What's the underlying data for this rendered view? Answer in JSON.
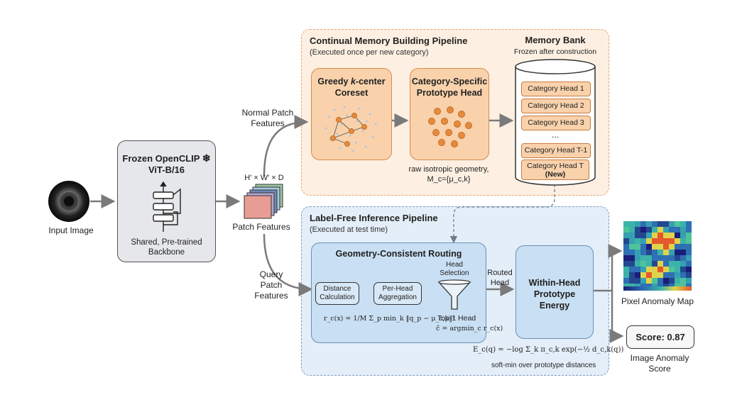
{
  "input": {
    "label": "Input Image"
  },
  "backbone": {
    "title_line1": "Frozen OpenCLIP",
    "title_line2": "ViT-B/16",
    "caption_line1": "Shared, Pre-trained",
    "caption_line2": "Backbone"
  },
  "patch": {
    "dims": "H′ × W′ × D",
    "label": "Patch Features"
  },
  "normal_features": {
    "line1": "Normal Patch",
    "line2": "Features"
  },
  "query_features": {
    "line1": "Query",
    "line2": "Patch",
    "line3": "Features"
  },
  "memory_pipeline": {
    "title": "Continual Memory Building Pipeline",
    "subtitle": "(Executed once per new category)",
    "coreset": {
      "title_pre": "Greedy ",
      "title_k": "k",
      "title_post": "-center",
      "title_line2": "Coreset"
    },
    "prototype": {
      "title_line1": "Category-Specific",
      "title_line2": "Prototype Head",
      "caption_line1": "raw isotropic geometry,",
      "caption_line2": "M_c={μ_c,k}"
    }
  },
  "memory_bank": {
    "title": "Memory Bank",
    "subtitle": "Frozen after construction",
    "heads": [
      "Category Head 1",
      "Category Head 2",
      "Category Head 3"
    ],
    "ellipsis": "...",
    "head_tm1": "Category Head T-1",
    "head_t": "Category Head T",
    "head_t_new": "(New)"
  },
  "inference_pipeline": {
    "title": "Label-Free Inference Pipeline",
    "subtitle": "(Executed at test time)",
    "routing": {
      "title": "Geometry-Consistent Routing",
      "distance_line1": "Distance",
      "distance_line2": "Calculation",
      "aggregation_line1": "Per-Head",
      "aggregation_line2": "Aggregation",
      "head_selection_line1": "Head",
      "head_selection_line2": "Selection",
      "top1": "Top-1 Head",
      "formula_r": "r_c(x) = 1/M Σ_p min_k ‖q_p − μ_c,k‖²",
      "formula_c": "ĉ = argmin_c r_c(x)"
    },
    "routed_head": {
      "line1": "Routed",
      "line2": "Head"
    },
    "energy": {
      "line1": "Within-Head",
      "line2": "Prototype",
      "line3": "Energy"
    },
    "energy_formula": "E_c(q) = −log Σ_k π_c,k exp(−½ d_c,k(q))",
    "energy_caption": "soft-min over prototype distances"
  },
  "outputs": {
    "pixel_map_label": "Pixel Anomaly Map",
    "score": "Score: 0.87",
    "image_score_line1": "Image Anomaly",
    "image_score_line2": "Score"
  }
}
